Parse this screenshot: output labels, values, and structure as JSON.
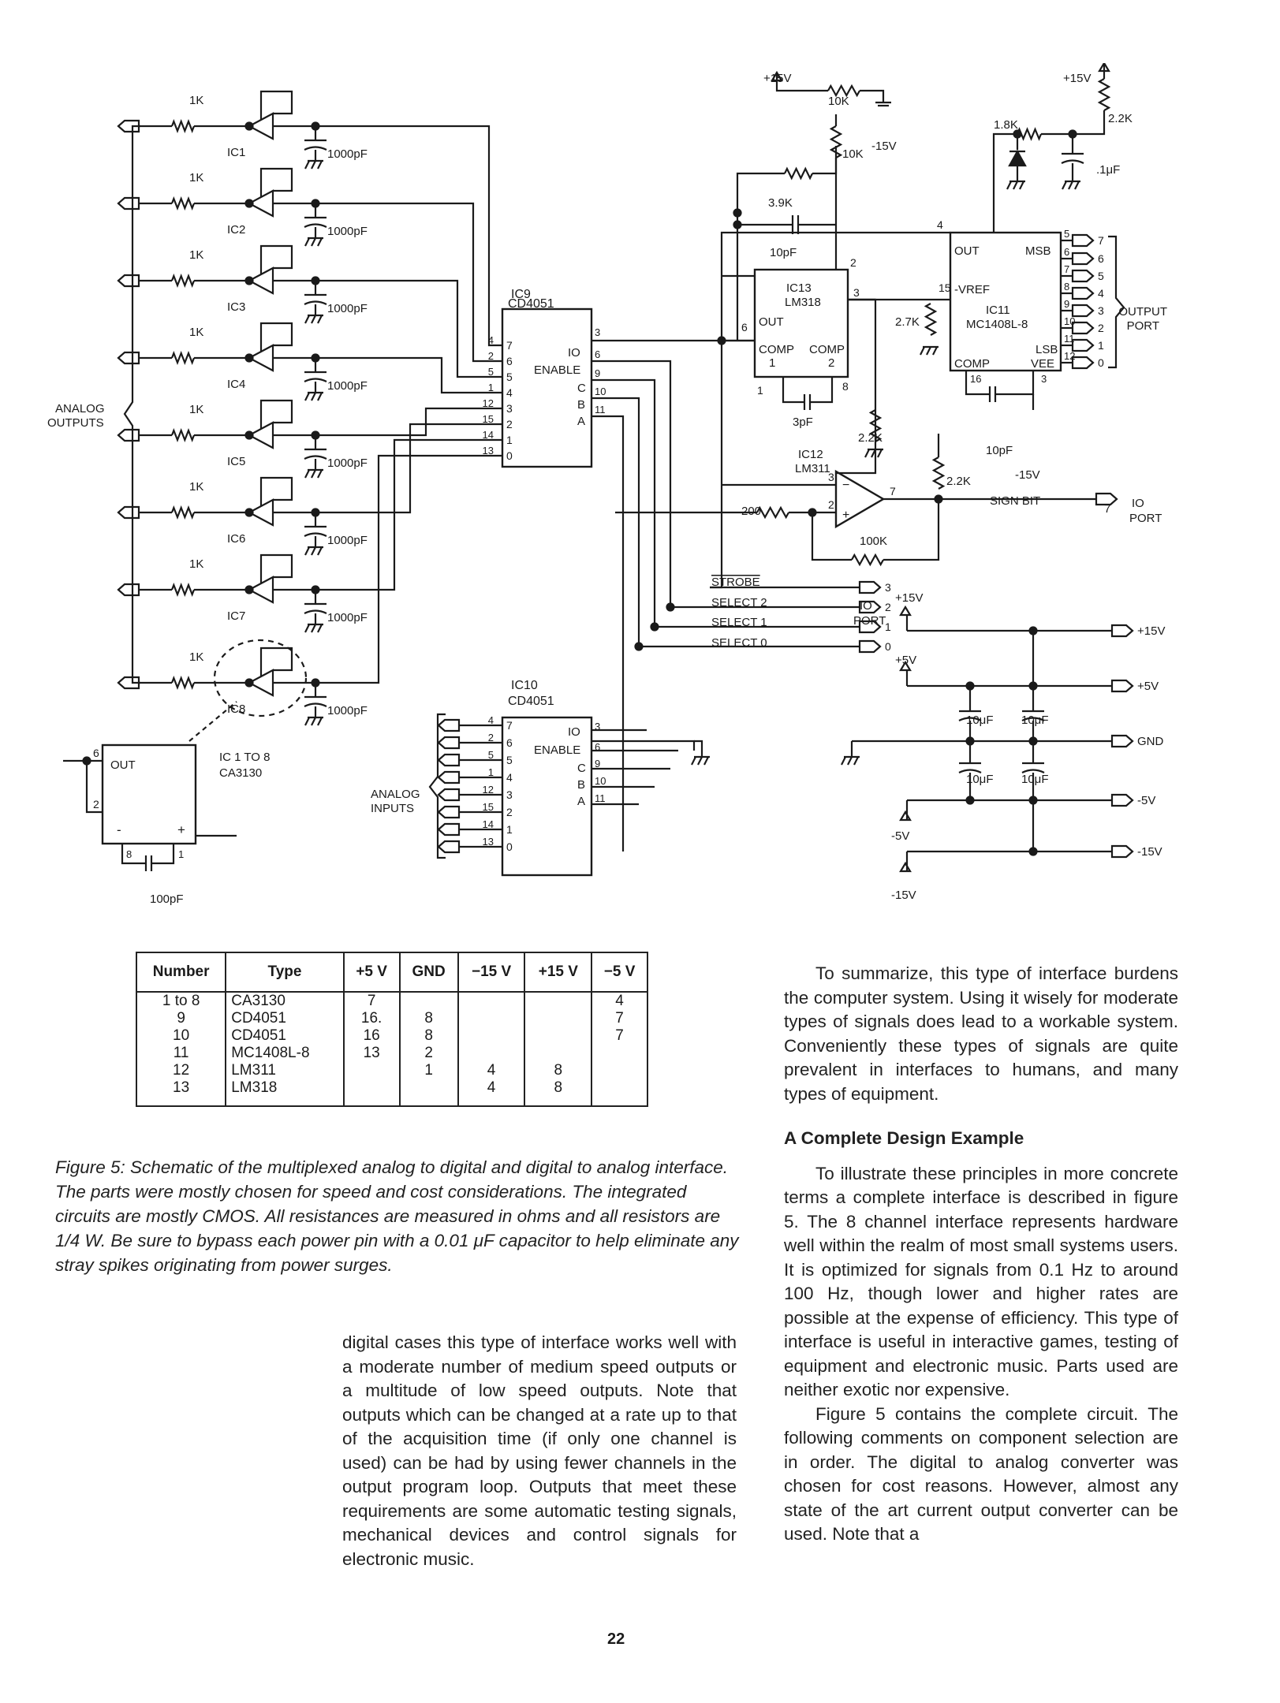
{
  "schematic": {
    "power_top_left": "+15V",
    "power_top_right": "+15V",
    "neg15": "-15V",
    "r_10k_a": "10K",
    "r_10k_b": "10K",
    "r_3_9k": "3.9K",
    "c_10pf_a": "10pF",
    "c_3pf": "3pF",
    "c_10pf_b": "10pF",
    "c_100pf": "100pF",
    "c_1uf": ".1μF",
    "r_1_8k": "1.8K",
    "r_2_2k_a": "2.2K",
    "r_2_2k_b": "2.2K",
    "r_2_2k_c": "2.2K",
    "r_2_7k": "2.7K",
    "r_200": "200",
    "r_100k": "100K",
    "r_1k": "1K",
    "c_1000pf": "1000pF",
    "analog_outputs": [
      "ANALOG",
      "OUTPUTS"
    ],
    "analog_inputs": [
      "ANALOG",
      "INPUTS"
    ],
    "ic_labels": [
      "IC1",
      "IC2",
      "IC3",
      "IC4",
      "IC5",
      "IC6",
      "IC7",
      "IC8"
    ],
    "ic9": {
      "name": "IC9",
      "part": "CD4051"
    },
    "ic10": {
      "name": "IC10",
      "part": "CD4051"
    },
    "ic11": {
      "name": "IC11",
      "part": "MC1408L-8",
      "out": "OUT",
      "msb": "MSB",
      "vref": "-VREF",
      "lsb": "LSB",
      "comp": "COMP",
      "vee": "VEE"
    },
    "ic12": {
      "name": "IC12",
      "part": "LM311"
    },
    "ic13": {
      "name": "IC13",
      "part": "LM318",
      "out": "OUT",
      "comp": "COMP",
      "comp1": "COMP",
      "p1": "1",
      "p2": "2"
    },
    "mux_io": "IO",
    "mux_enable": "ENABLE",
    "mux_c": "C",
    "mux_b": "B",
    "mux_a": "A",
    "ic9_pins_left": [
      "4",
      "2",
      "5",
      "1",
      "12",
      "15",
      "14",
      "13"
    ],
    "ic9_channels": [
      "7",
      "6",
      "5",
      "4",
      "3",
      "2",
      "1",
      "0"
    ],
    "ic9_pins_right": [
      "3",
      "6",
      "9",
      "10",
      "11"
    ],
    "output_port_bits": [
      "7",
      "6",
      "5",
      "4",
      "3",
      "2",
      "1",
      "0"
    ],
    "output_port": [
      "OUTPUT",
      "PORT"
    ],
    "dac_pins_right": [
      "5",
      "6",
      "7",
      "8",
      "9",
      "10",
      "11",
      "12"
    ],
    "sign_bit": "SIGN BIT",
    "sign_pin": "7",
    "io_port": [
      "IO",
      "PORT"
    ],
    "strobe": "STROBE",
    "select2": "SELECT 2",
    "select1": "SELECT 1",
    "select0": "SELECT 0",
    "ctrl_pins": [
      "3",
      "2",
      "1",
      "0"
    ],
    "power_rails": [
      "+15V",
      "+5V",
      "GND",
      "-5V",
      "-15V"
    ],
    "plus5": "+5V",
    "minus5": "-5V",
    "minus15": "-15V",
    "c_10uf": "10μF",
    "ca3130_label": [
      "IC 1 TO 8",
      "CA3130"
    ],
    "ca_out": "OUT",
    "ca_minus": "-",
    "ca_plus": "+"
  },
  "table": {
    "headers": [
      "Number",
      "Type",
      "+5 V",
      "GND",
      "−15 V",
      "+15 V",
      "−5 V"
    ],
    "columns": {
      "number": "1 to 8\n9\n10\n11\n12\n13",
      "type": "CA3130\nCD4051\nCD4051\nMC1408L-8\nLM311\nLM318",
      "p5": "7\n16.\n16\n13",
      "gnd": "\n8\n8\n2\n1",
      "m15": "\n\n\n\n4\n4",
      "p15": "\n\n\n\n8\n8",
      "m5": "4\n7\n7"
    }
  },
  "caption": "Figure 5: Schematic of the multiplexed analog to digital and digital to analog interface. The parts were mostly chosen for speed and cost considerations. The integrated circuits are mostly CMOS. All resistances are measured in ohms and all resistors are 1/4 W. Be sure to bypass each power pin with a 0.01 μF capacitor to help eliminate any stray spikes originating from power surges.",
  "col_mid": "digital cases this type of interface works well with a moderate number of medium speed outputs or a multitude of low speed outputs. Note that outputs which can be changed at a rate up to that of the acquisition time (if only one channel is used) can be had by using fewer channels in the output program loop. Outputs that meet these requirements are some automatic testing signals, mechanical devices and control signals for electronic music.",
  "col_right": {
    "p1": "To summarize, this type of interface burdens the computer system. Using it wisely for moderate types of signals does lead to a workable system. Conveniently these types of signals are quite prevalent in interfaces to humans, and many types of equipment.",
    "heading": "A Complete Design Example",
    "p2": "To illustrate these principles in more concrete terms a complete interface is described in figure 5. The 8 channel interface represents hardware well within the realm of most small systems users. It is optimized for signals from 0.1 Hz to around 100 Hz, though lower and higher rates are possible at the expense of efficiency. This type of interface is useful in interactive games, testing of equipment and electronic music. Parts used are neither exotic nor expensive.",
    "p3": "Figure 5 contains the complete circuit. The following comments on component selection are in order. The digital to analog converter was chosen for cost reasons. However, almost any state of the art current output converter can be used. Note that a"
  },
  "page_number": "22"
}
